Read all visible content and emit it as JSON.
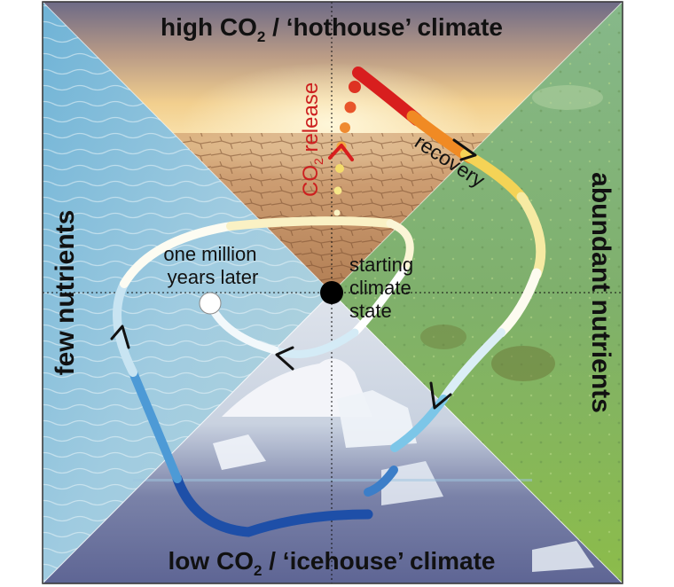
{
  "diagram": {
    "quadrants": {
      "top": {
        "label_prefix": "high CO",
        "label_sub": "2",
        "label_suffix": " / ‘hothouse’ climate",
        "theme": "desert-sunset"
      },
      "bottom": {
        "label_prefix": "low CO",
        "label_sub": "2",
        "label_suffix": " / ‘icehouse’ climate",
        "theme": "icebergs"
      },
      "left": {
        "label": "few nutrients",
        "theme": "clear-water"
      },
      "right": {
        "label": "abundant nutrients",
        "theme": "algae-green"
      }
    },
    "annotations": {
      "co2_release_prefix": "CO",
      "co2_release_sub": "2",
      "co2_release_suffix": " release",
      "recovery": "recovery",
      "one_million_line1": "one million",
      "one_million_line2": "years later",
      "starting_line1": "starting",
      "starting_line2": "climate",
      "starting_line3": "state"
    },
    "colors": {
      "hot": "#d81e1e",
      "warm": "#f08a24",
      "yellow": "#f4e06a",
      "pale": "#fbf6d8",
      "white": "#ffffff",
      "ice_light": "#bfe3f2",
      "ice_mid": "#6cc0e6",
      "ice_dark": "#1e4fa8",
      "label_red": "#cc1f1f",
      "frame": "#333333"
    }
  }
}
